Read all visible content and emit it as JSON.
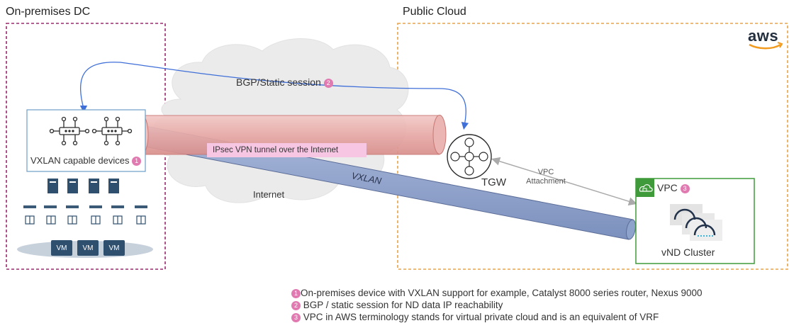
{
  "regions": {
    "onprem_title": "On-premises DC",
    "cloud_title": "Public Cloud",
    "aws_logo": "aws"
  },
  "labels": {
    "bgp_session": "BGP/Static session",
    "bgp_badge": "2",
    "ipsec_tunnel": "IPsec VPN tunnel over the Internet",
    "vxlan": "VXLAN",
    "internet": "Internet",
    "tgw": "TGW",
    "vpc_attachment_line1": "VPC",
    "vpc_attachment_line2": "Attachment",
    "vxlan_devices": "VXLAN capable devices",
    "vxlan_devices_badge": "1",
    "vpc": "VPC",
    "vpc_badge": "3",
    "vnd_cluster": "vND Cluster",
    "vm_label": "VM"
  },
  "footnotes": [
    {
      "num": "1",
      "text": "On-premises device with VXLAN support for example, Catalyst 8000 series router, Nexus 9000"
    },
    {
      "num": "2",
      "text": "BGP / static session for ND data IP reachability"
    },
    {
      "num": "3",
      "text": "VPC in AWS terminology stands for virtual private cloud and is an equivalent of VRF"
    }
  ],
  "colors": {
    "onprem_border": "#9b2a6e",
    "cloud_border": "#e8a34a",
    "vpc_border": "#3f9b3a",
    "ipsec_pipe": "#e8a7a7",
    "vxlan_pipe": "#8ea3cc",
    "bgp_line": "#3f6fd8",
    "badge": "#e07ab0"
  },
  "icons": [
    "router-icon",
    "server-icon",
    "switch-icon",
    "vm-icon",
    "tgw-icon",
    "cloud-lock-icon",
    "vnd-node-icon",
    "aws-smile-icon"
  ]
}
